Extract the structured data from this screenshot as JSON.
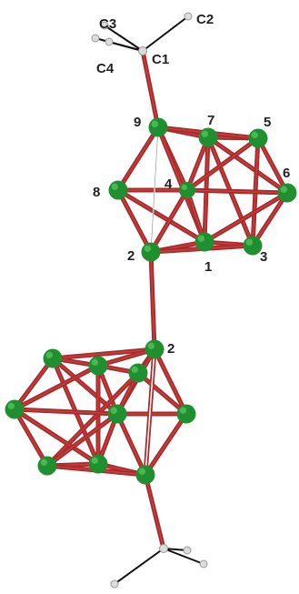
{
  "colors": {
    "bond": "#a82a2a",
    "bond_highlight": "#d75050",
    "boron": "#1f8f2f",
    "boron_highlight": "#6fd86f",
    "carbon_bond": "#111111",
    "hydrogen": "#dcdcdc",
    "hydrogen_stroke": "#9a9a9a"
  },
  "labels": {
    "c1": "C1",
    "c2": "C2",
    "c3": "C3",
    "c4": "C4",
    "b1": "1",
    "b2": "2",
    "b3": "3",
    "b4": "4",
    "b5": "5",
    "b6": "6",
    "b7": "7",
    "b8": "8",
    "b9": "9",
    "b2_lower": "2"
  }
}
